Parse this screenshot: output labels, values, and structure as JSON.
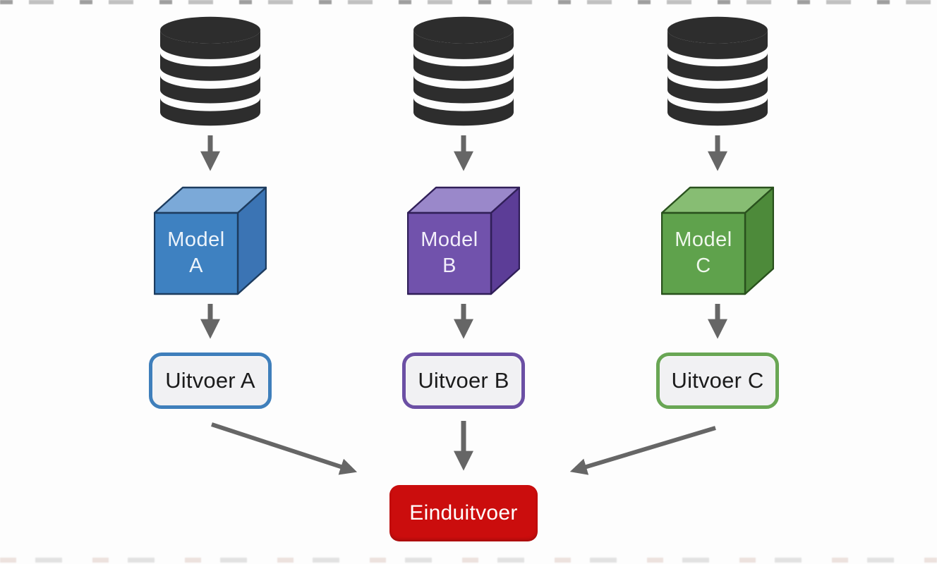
{
  "diagram": {
    "background": "#fdfdfd",
    "arrows": {
      "color": "#666666"
    },
    "database": {
      "color": "#2d2d2d",
      "icon": "database-icon",
      "count": 3
    },
    "icons": {
      "database": "database-icon",
      "arrow_down": "arrow-down-icon",
      "arrow_diagonal": "arrow-diagonal-icon"
    },
    "columns": [
      {
        "id": "A",
        "model": {
          "line1": "Model",
          "line2": "A",
          "face_front": "#3e81c1",
          "face_top": "#7ba9d8",
          "face_side": "#3b74b4",
          "edge": "#1d3c5f",
          "text_color": "#edf4fb"
        },
        "output": {
          "label": "Uitvoer A",
          "border": "#3f7fbb",
          "bg": "#f1f1f3",
          "text_color": "#1b1b1b"
        }
      },
      {
        "id": "B",
        "model": {
          "line1": "Model",
          "line2": "B",
          "face_front": "#7152ac",
          "face_top": "#9a88ca",
          "face_side": "#5c3d97",
          "edge": "#301f58",
          "text_color": "#f2eefa"
        },
        "output": {
          "label": "Uitvoer B",
          "border": "#6b4fa4",
          "bg": "#f1f1f3",
          "text_color": "#1b1b1b"
        }
      },
      {
        "id": "C",
        "model": {
          "line1": "Model",
          "line2": "C",
          "face_front": "#5fa24c",
          "face_top": "#87bd73",
          "face_side": "#4d8a3a",
          "edge": "#29511d",
          "text_color": "#eff7ec"
        },
        "output": {
          "label": "Uitvoer C",
          "border": "#69a654",
          "bg": "#f1f1f3",
          "text_color": "#1b1b1b"
        }
      }
    ],
    "final_output": {
      "label": "Einduitvoer",
      "bg": "#cb0d0d",
      "text_color": "#ffffff"
    }
  }
}
